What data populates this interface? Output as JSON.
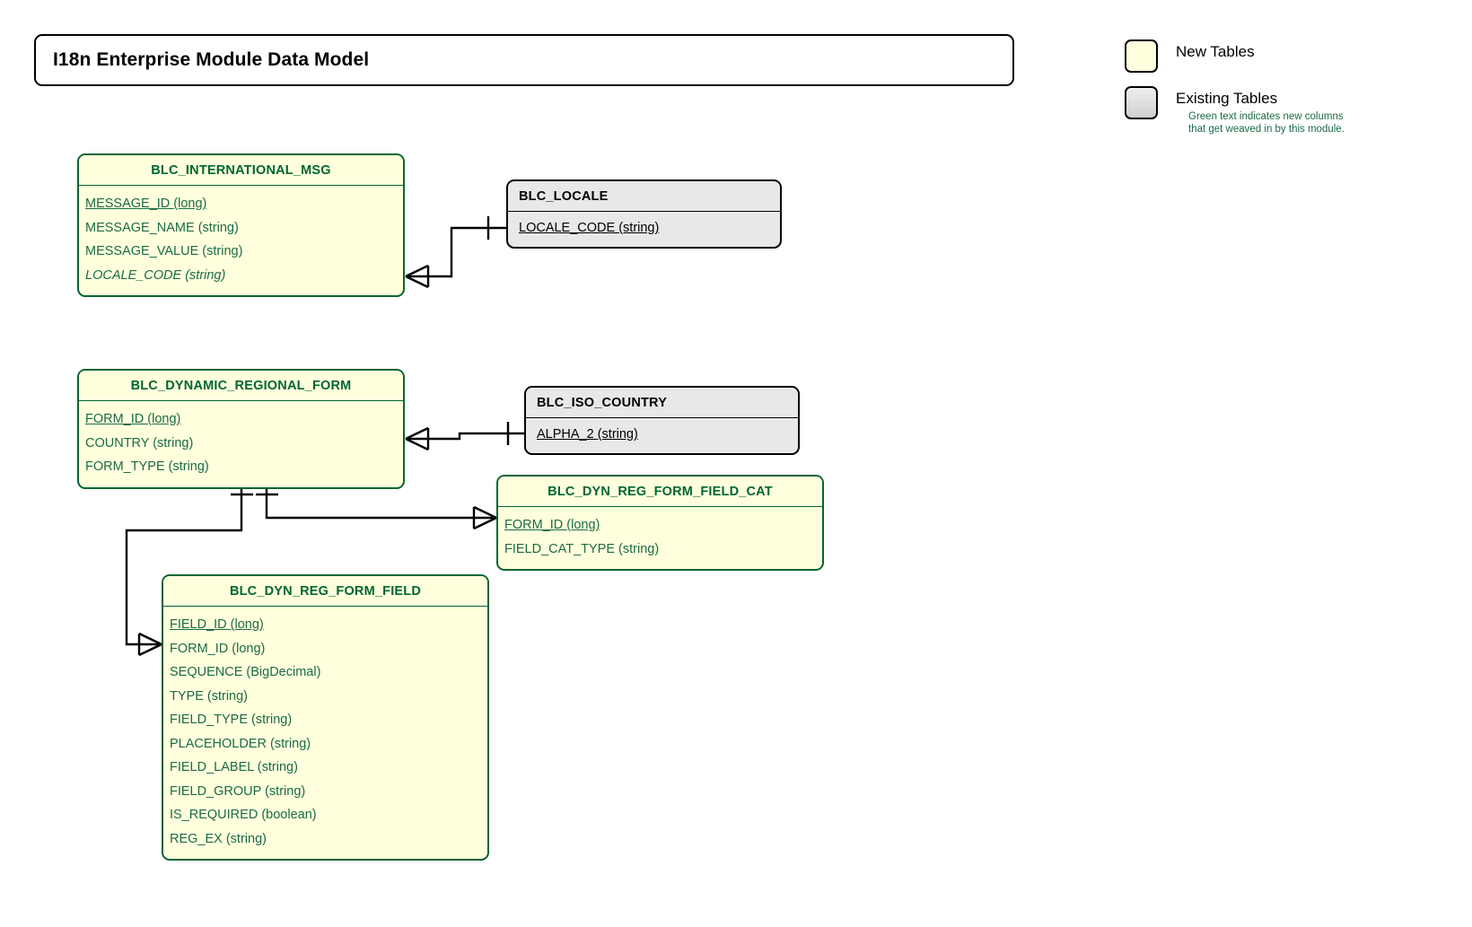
{
  "title": {
    "text": "I18n Enterprise Module Data Model"
  },
  "legend": {
    "new_label": "New Tables",
    "existing_label": "Existing Tables",
    "note": "Green text indicates new columns\nthat get weaved in by this module.",
    "new_color": "#ffffdd",
    "existing_color": "#d5d5d5",
    "new_text_color": "#1b6b44"
  },
  "tables": [
    {
      "name": "BLC_INTERNATIONAL_MSG",
      "kind": "new",
      "columns": [
        {
          "label": "MESSAGE_ID (long)",
          "key": "pk"
        },
        {
          "label": "MESSAGE_NAME (string)",
          "key": ""
        },
        {
          "label": "MESSAGE_VALUE (string)",
          "key": ""
        },
        {
          "label": "LOCALE_CODE (string)",
          "key": "fk"
        }
      ]
    },
    {
      "name": "BLC_LOCALE",
      "kind": "existing",
      "columns": [
        {
          "label": "LOCALE_CODE (string)",
          "key": "pk"
        }
      ]
    },
    {
      "name": "BLC_DYNAMIC_REGIONAL_FORM",
      "kind": "new",
      "columns": [
        {
          "label": "FORM_ID (long)",
          "key": "pk"
        },
        {
          "label": "COUNTRY (string)",
          "key": ""
        },
        {
          "label": "FORM_TYPE (string)",
          "key": ""
        }
      ]
    },
    {
      "name": "BLC_ISO_COUNTRY",
      "kind": "existing",
      "columns": [
        {
          "label": "ALPHA_2 (string)",
          "key": "pk"
        }
      ]
    },
    {
      "name": "BLC_DYN_REG_FORM_FIELD_CAT",
      "kind": "new",
      "columns": [
        {
          "label": "FORM_ID (long)",
          "key": "pk"
        },
        {
          "label": "FIELD_CAT_TYPE (string)",
          "key": ""
        }
      ]
    },
    {
      "name": "BLC_DYN_REG_FORM_FIELD",
      "kind": "new",
      "columns": [
        {
          "label": "FIELD_ID (long)",
          "key": "pk"
        },
        {
          "label": "FORM_ID (long)",
          "key": ""
        },
        {
          "label": "SEQUENCE (BigDecimal)",
          "key": ""
        },
        {
          "label": "TYPE (string)",
          "key": ""
        },
        {
          "label": "FIELD_TYPE (string)",
          "key": ""
        },
        {
          "label": "PLACEHOLDER (string)",
          "key": ""
        },
        {
          "label": "FIELD_LABEL (string)",
          "key": ""
        },
        {
          "label": "FIELD_GROUP (string)",
          "key": ""
        },
        {
          "label": "IS_REQUIRED (boolean)",
          "key": ""
        },
        {
          "label": "REG_EX (string)",
          "key": ""
        }
      ]
    }
  ],
  "relationships": [
    {
      "from": "BLC_INTERNATIONAL_MSG",
      "to": "BLC_LOCALE",
      "from_card": "many",
      "to_card": "one"
    },
    {
      "from": "BLC_DYNAMIC_REGIONAL_FORM",
      "to": "BLC_ISO_COUNTRY",
      "from_card": "many",
      "to_card": "one"
    },
    {
      "from": "BLC_DYNAMIC_REGIONAL_FORM",
      "to": "BLC_DYN_REG_FORM_FIELD_CAT",
      "from_card": "one",
      "to_card": "many"
    },
    {
      "from": "BLC_DYNAMIC_REGIONAL_FORM",
      "to": "BLC_DYN_REG_FORM_FIELD",
      "from_card": "one",
      "to_card": "many"
    }
  ]
}
